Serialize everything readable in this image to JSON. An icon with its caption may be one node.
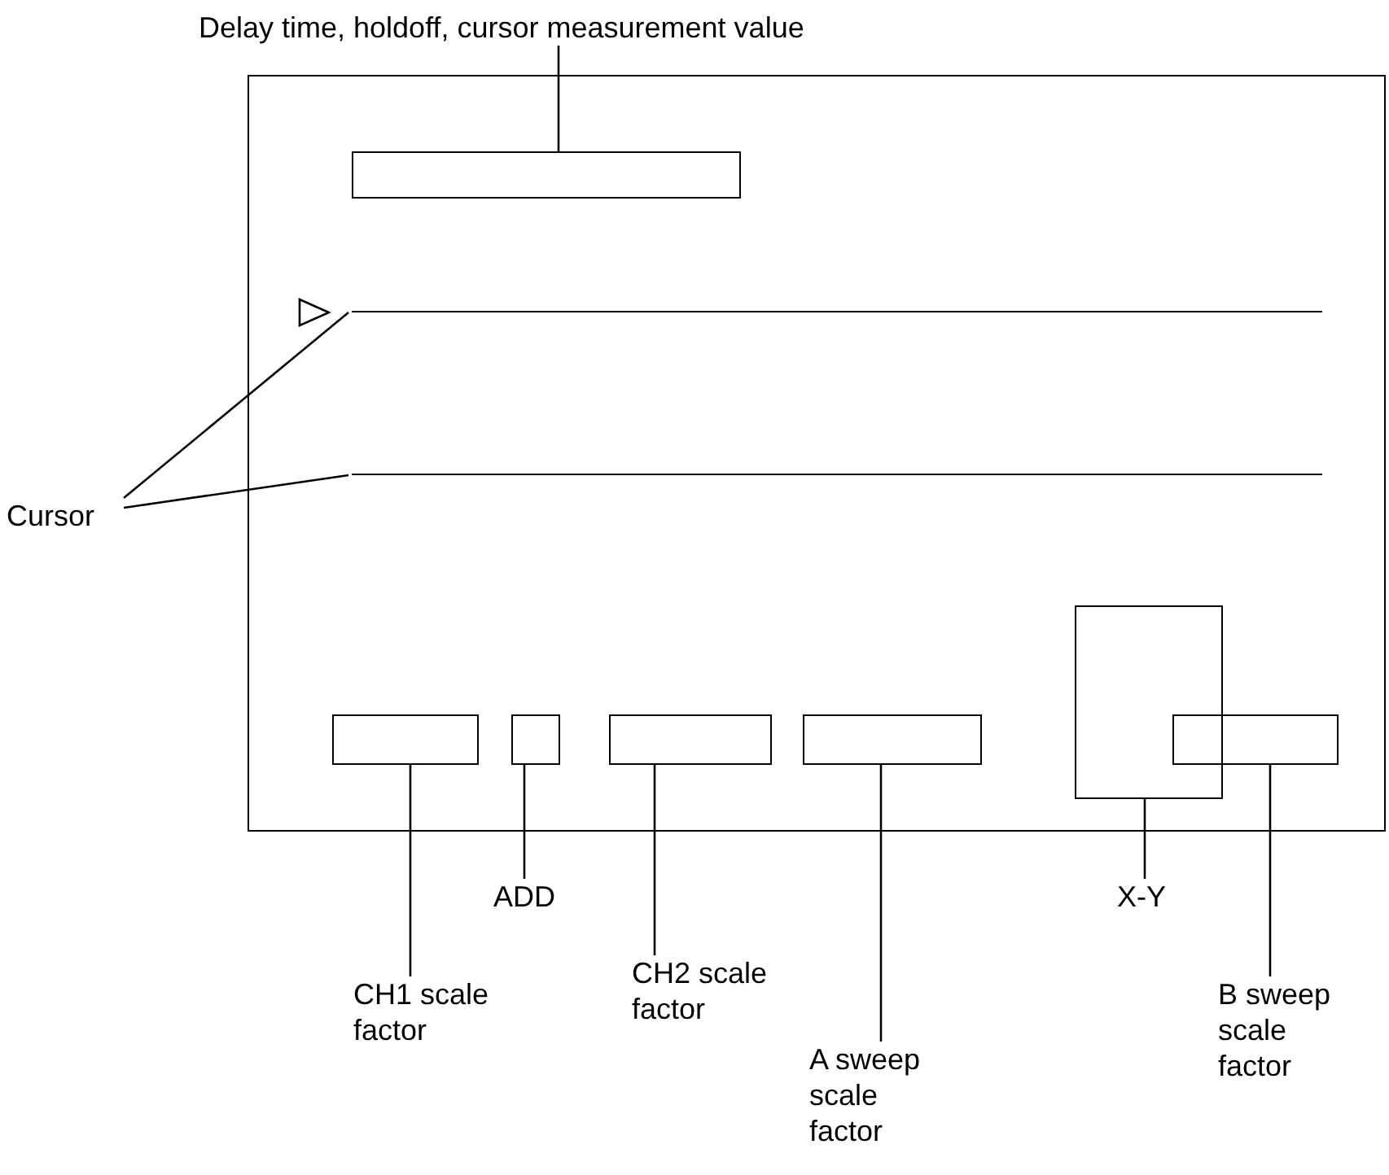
{
  "diagram": {
    "nodes": [
      {
        "text": [
          "Delay time, holdoff, cursor measurement value"
        ]
      },
      {
        "text": [],
        "shape": "box"
      },
      {
        "text": [],
        "shape": "box",
        "in": 1
      },
      {
        "text": [],
        "shape": "line",
        "in": 1
      },
      {
        "text": [],
        "shape": "line",
        "in": 1
      },
      {
        "text": [
          "Cursor"
        ]
      },
      {
        "text": [],
        "shape": "box",
        "in": 1
      },
      {
        "text": [],
        "shape": "box",
        "in": 1
      },
      {
        "text": [],
        "shape": "box",
        "in": 1
      },
      {
        "text": [],
        "shape": "box",
        "in": 1
      },
      {
        "text": [],
        "shape": "box",
        "in": 1
      },
      {
        "text": [],
        "shape": "box",
        "in": 1
      },
      {
        "text": [
          "CH1 scale factor"
        ]
      },
      {
        "text": [
          "ADD"
        ]
      },
      {
        "text": [
          "CH2 scale factor"
        ]
      },
      {
        "text": [
          "A sweep scale factor"
        ]
      },
      {
        "text": [
          "X-Y"
        ]
      },
      {
        "text": [
          "B sweep scale factor"
        ]
      }
    ],
    "edges": [
      {
        "from": 0,
        "to": 2,
        "arrow": "none"
      },
      {
        "from": 5,
        "to": 3,
        "arrow": "none"
      },
      {
        "from": 5,
        "to": 4,
        "arrow": "none"
      },
      {
        "from": 12,
        "to": 6,
        "arrow": "none"
      },
      {
        "from": 13,
        "to": 7,
        "arrow": "none"
      },
      {
        "from": 14,
        "to": 8,
        "arrow": "none"
      },
      {
        "from": 15,
        "to": 9,
        "arrow": "none"
      },
      {
        "from": 16,
        "to": 10,
        "arrow": "none"
      },
      {
        "from": 17,
        "to": 11,
        "arrow": "none"
      }
    ]
  }
}
